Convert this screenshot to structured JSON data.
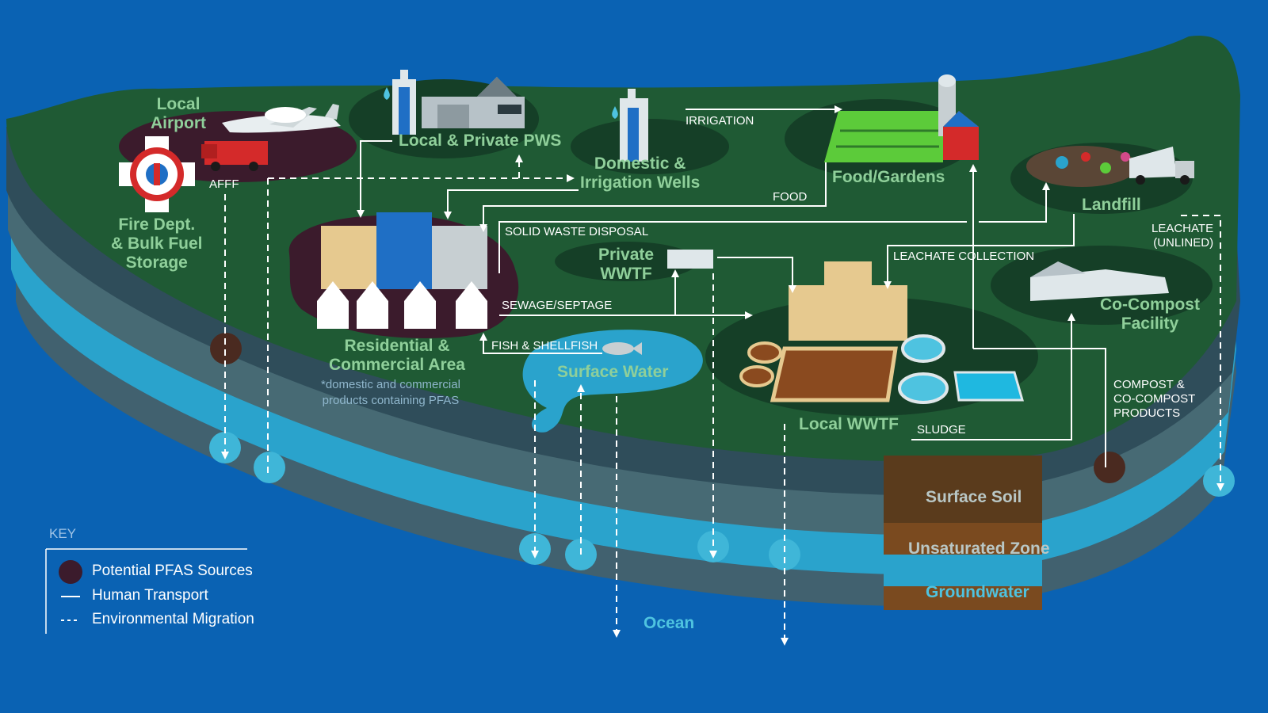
{
  "colors": {
    "background": "#0a62b3",
    "land": "#1f5a34",
    "land_dark": "#153f27",
    "source_spot": "#3b1b2c",
    "groundwater": "#2aa3cc",
    "soil": "#5a3b1c",
    "unsaturated": "#7a4a1f",
    "site_label": "#8fcf9a",
    "flow_label": "#ffffff"
  },
  "sites": {
    "airport": "Local\nAirport",
    "fire_dept": "Fire Dept.\n& Bulk Fuel\nStorage",
    "pws": "Local & Private PWS",
    "wells": "Domestic &\nIrrigation Wells",
    "food": "Food/Gardens",
    "landfill": "Landfill",
    "residential": "Residential &\nCommercial Area",
    "residential_note": "*domestic and commercial\nproducts containing PFAS",
    "private_wwtf": "Private\nWWTF",
    "surface_water": "Surface Water",
    "local_wwtf": "Local WWTF",
    "cocompost": "Co-Compost\nFacility",
    "ocean": "Ocean"
  },
  "flows": {
    "afff": "AFFF",
    "irrigation": "IRRIGATION",
    "food": "FOOD",
    "solid_waste": "SOLID WASTE DISPOSAL",
    "leachate_collection": "LEACHATE COLLECTION",
    "leachate_unlined": "LEACHATE\n(UNLINED)",
    "sewage": "SEWAGE/SEPTAGE",
    "fish": "FISH & SHELLFISH",
    "sludge": "SLUDGE",
    "compost": "COMPOST &\nCO-COMPOST\nPRODUCTS"
  },
  "layers": {
    "surface_soil": "Surface Soil",
    "unsaturated": "Unsaturated Zone",
    "groundwater": "Groundwater"
  },
  "key": {
    "title": "KEY",
    "sources": "Potential PFAS Sources",
    "human": "Human Transport",
    "environmental": "Environmental Migration"
  },
  "icons": [
    "airplane-icon",
    "fire-truck-icon",
    "fire-dept-emblem-icon",
    "water-tower-icon",
    "house-icon",
    "water-drop-icon",
    "well-icon",
    "field-icon",
    "silo-icon",
    "barn-icon",
    "garbage-truck-icon",
    "trash-pile-icon",
    "building-icon",
    "wwtf-tank-icon",
    "compost-facility-icon",
    "fish-icon"
  ]
}
